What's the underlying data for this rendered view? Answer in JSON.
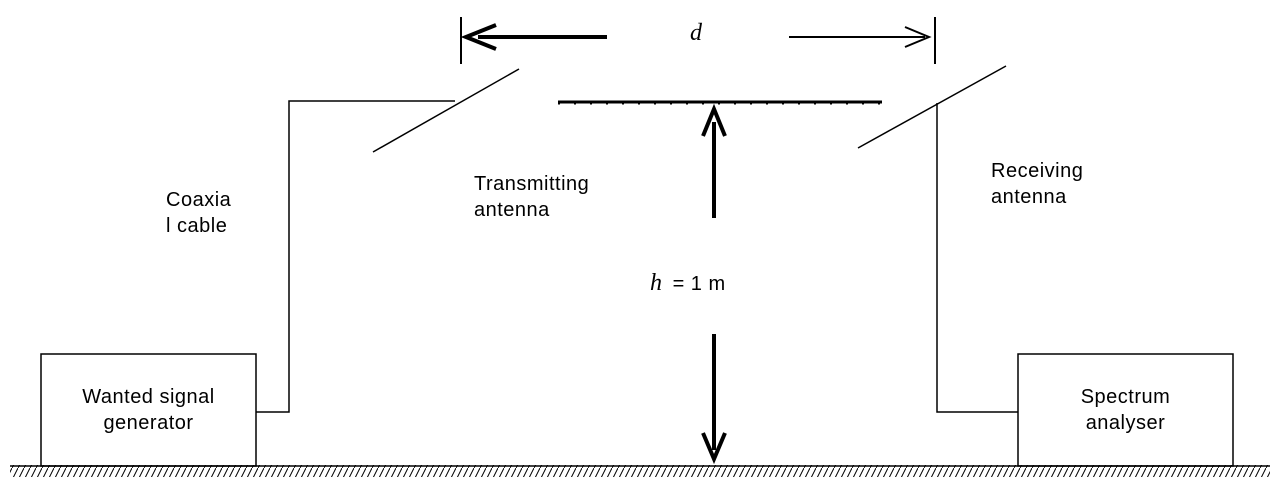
{
  "colors": {
    "ink": "#000000",
    "background": "#ffffff"
  },
  "labels": {
    "distance_symbol": "d",
    "height_symbol": "h",
    "height_value": "= 1 m",
    "coax_line1": "Coaxia",
    "coax_line2": "l cable",
    "tx_line1": "Transmitting",
    "tx_line2": "antenna",
    "rx_line1": "Receiving",
    "rx_line2": "antenna",
    "gen_line1": "Wanted signal",
    "gen_line2": "generator",
    "spec_line1": "Spectrum",
    "spec_line2": "analyser"
  }
}
